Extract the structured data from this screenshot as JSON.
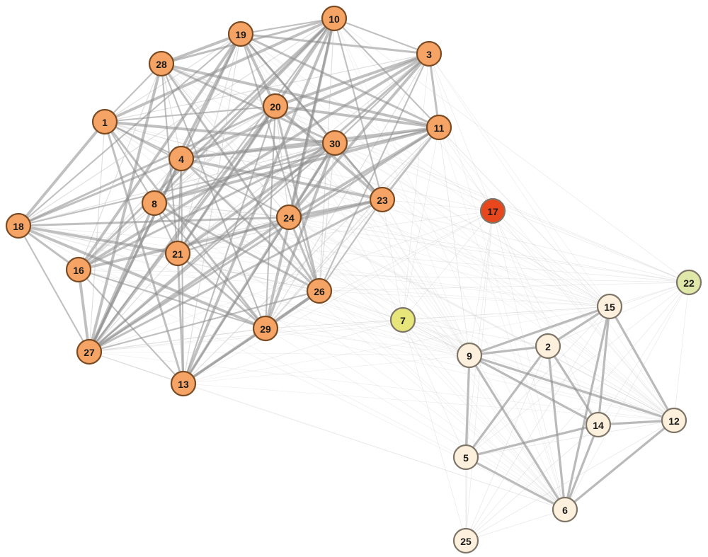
{
  "colors": {
    "cluster_a_fill": "#f5a465",
    "cluster_a_stroke": "#7a4a22",
    "cluster_b_fill": "#fdf0dc",
    "cluster_b_stroke": "#7d7567",
    "node_7_fill": "#e6e67a",
    "node_22_fill": "#dfe8a8",
    "node_17_fill": "#e8461c",
    "strong_edge": "#8c8c8c",
    "weak_edge": "#c6c6c6"
  },
  "nodes": [
    {
      "id": "1",
      "label": "1",
      "group": "cluster_a"
    },
    {
      "id": "3",
      "label": "3",
      "group": "cluster_a"
    },
    {
      "id": "4",
      "label": "4",
      "group": "cluster_a"
    },
    {
      "id": "8",
      "label": "8",
      "group": "cluster_a"
    },
    {
      "id": "10",
      "label": "10",
      "group": "cluster_a"
    },
    {
      "id": "11",
      "label": "11",
      "group": "cluster_a"
    },
    {
      "id": "13",
      "label": "13",
      "group": "cluster_a"
    },
    {
      "id": "16",
      "label": "16",
      "group": "cluster_a"
    },
    {
      "id": "18",
      "label": "18",
      "group": "cluster_a"
    },
    {
      "id": "19",
      "label": "19",
      "group": "cluster_a"
    },
    {
      "id": "20",
      "label": "20",
      "group": "cluster_a"
    },
    {
      "id": "21",
      "label": "21",
      "group": "cluster_a"
    },
    {
      "id": "23",
      "label": "23",
      "group": "cluster_a"
    },
    {
      "id": "24",
      "label": "24",
      "group": "cluster_a"
    },
    {
      "id": "26",
      "label": "26",
      "group": "cluster_a"
    },
    {
      "id": "27",
      "label": "27",
      "group": "cluster_a"
    },
    {
      "id": "28",
      "label": "28",
      "group": "cluster_a"
    },
    {
      "id": "29",
      "label": "29",
      "group": "cluster_a"
    },
    {
      "id": "30",
      "label": "30",
      "group": "cluster_a"
    },
    {
      "id": "17",
      "label": "17",
      "group": "node_17"
    },
    {
      "id": "7",
      "label": "7",
      "group": "node_7"
    },
    {
      "id": "22",
      "label": "22",
      "group": "node_22"
    },
    {
      "id": "2",
      "label": "2",
      "group": "cluster_b"
    },
    {
      "id": "5",
      "label": "5",
      "group": "cluster_b"
    },
    {
      "id": "6",
      "label": "6",
      "group": "cluster_b"
    },
    {
      "id": "9",
      "label": "9",
      "group": "cluster_b"
    },
    {
      "id": "12",
      "label": "12",
      "group": "cluster_b"
    },
    {
      "id": "14",
      "label": "14",
      "group": "cluster_b"
    },
    {
      "id": "15",
      "label": "15",
      "group": "cluster_b"
    },
    {
      "id": "25",
      "label": "25",
      "group": "cluster_b"
    }
  ]
}
